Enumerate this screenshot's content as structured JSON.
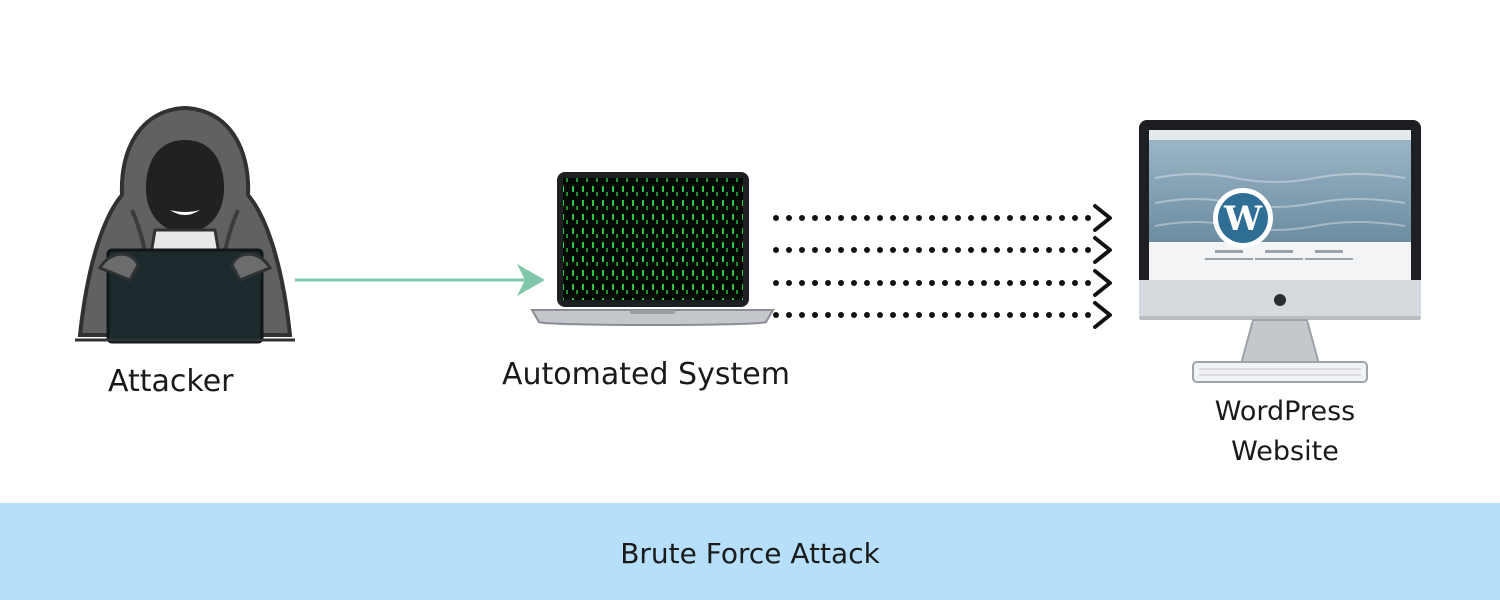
{
  "labels": {
    "attacker": "Attacker",
    "automated_system": "Automated System",
    "wordpress_line1": "WordPress",
    "wordpress_line2": "Website"
  },
  "footer": {
    "title": "Brute Force Attack"
  },
  "colors": {
    "background": "#ffffff",
    "footer_band": "#b6dffb",
    "hood": "#5f6163",
    "hood_dark": "#2f3133",
    "connector_arrow": "#7fc8a9",
    "matrix_green": "#27c93f",
    "dotted_arrow": "#111111",
    "monitor_bezel": "#1d1f22",
    "monitor_body": "#c8ccd1",
    "wordpress_blue": "#2f6f96"
  },
  "icons": {
    "attacker": "hooded-hacker-icon",
    "automated_system": "laptop-matrix-icon",
    "website": "imac-wordpress-icon"
  }
}
